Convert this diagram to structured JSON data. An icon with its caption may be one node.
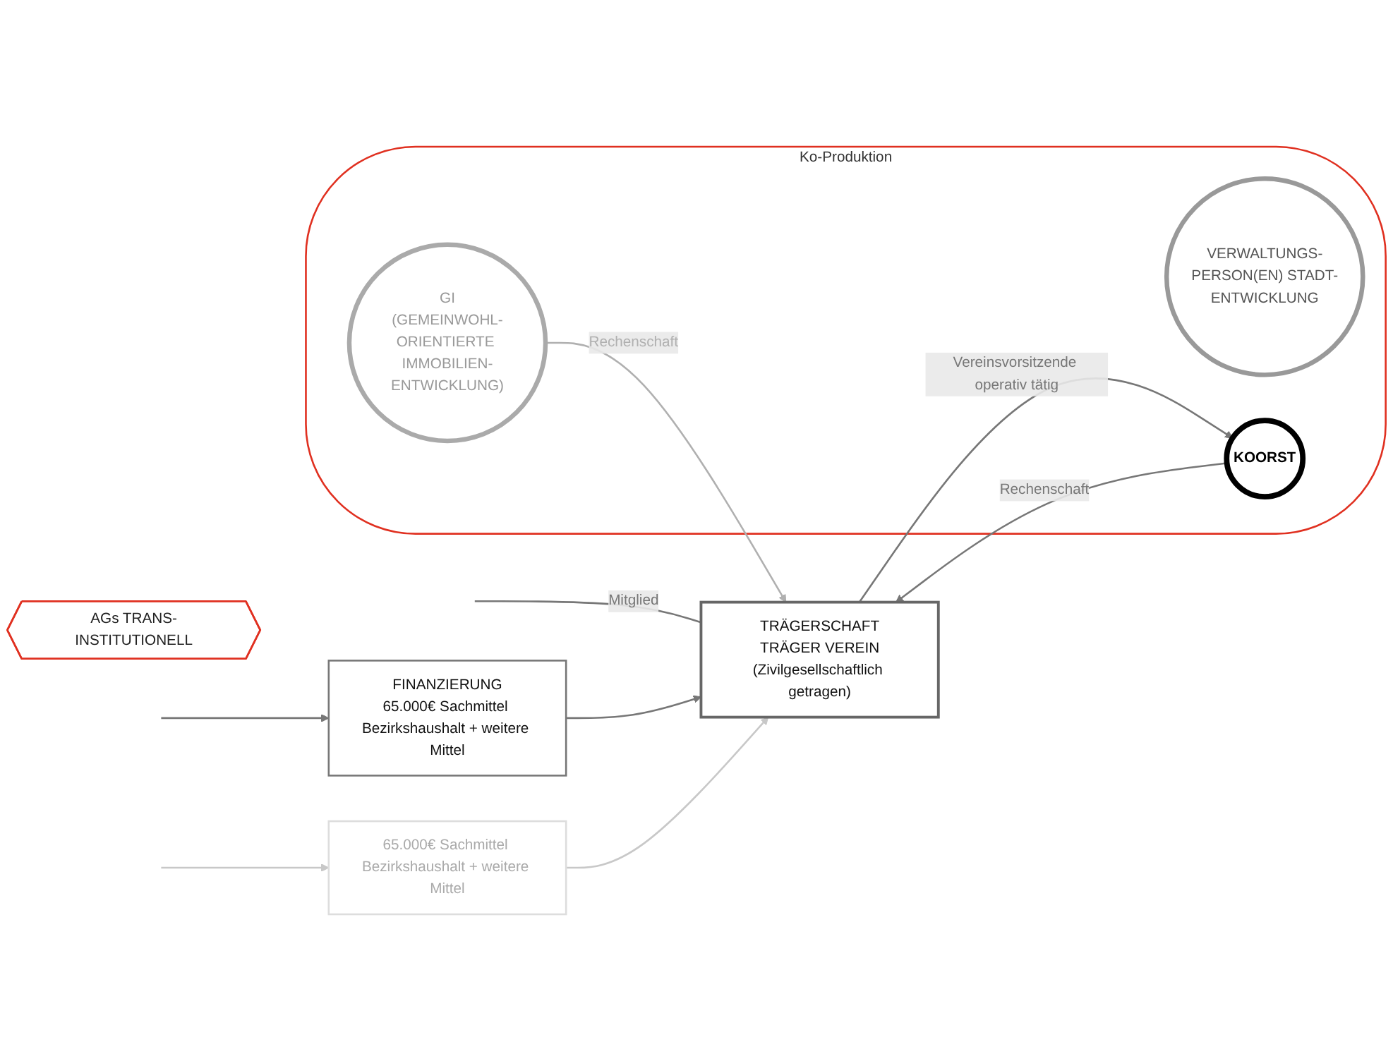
{
  "diagram": {
    "nodes": [
      {
        "text": [
          "AGs TRANS-INSTITUTIONELL"
        ]
      },
      {
        "text": [
          "Ko-Produktion"
        ]
      },
      {
        "text": [
          "GI",
          "(GEMEINWOHL-ORIENTIERTE IMMOBILIEN-ENTWICKLUNG)"
        ],
        "in": 1
      },
      {
        "text": [
          "VERWALTUNGS-PERSON(EN) STADT-ENTWICKLUNG"
        ],
        "in": 1
      },
      {
        "text": [
          "KOORST"
        ],
        "in": 1
      },
      {
        "text": [
          "TRÄGERSCHAFT",
          "TRÄGER VEREIN",
          "(Zivilgesellschaftlich getragen)"
        ]
      },
      {
        "text": [
          "FINANZIERUNG",
          "65.000€ Sachmittel Bezirkshaushalt + weitere Mittel"
        ]
      },
      {
        "text": [
          "65.000€ Sachmittel Bezirkshaushalt + weitere Mittel"
        ]
      }
    ],
    "edges": [
      {
        "from": 2,
        "to": 5,
        "arrow": "to",
        "label": "Rechenschaft",
        "color": "#b0b0b0"
      },
      {
        "from": 5,
        "to": 4,
        "arrow": "to",
        "label": "Vereinsvorsitzende operativ tätig"
      },
      {
        "from": 4,
        "to": 5,
        "arrow": "to",
        "label": "Rechenschaft"
      },
      {
        "from": null,
        "to": 5,
        "arrow": "none",
        "label": "Mitglied"
      },
      {
        "from": null,
        "to": 6,
        "arrow": "to"
      },
      {
        "from": null,
        "to": 7,
        "arrow": "to",
        "color": "#c8c8c8"
      },
      {
        "from": 6,
        "to": 5,
        "arrow": "to"
      },
      {
        "from": 7,
        "to": 5,
        "arrow": "to",
        "color": "#c8c8c8"
      }
    ]
  }
}
